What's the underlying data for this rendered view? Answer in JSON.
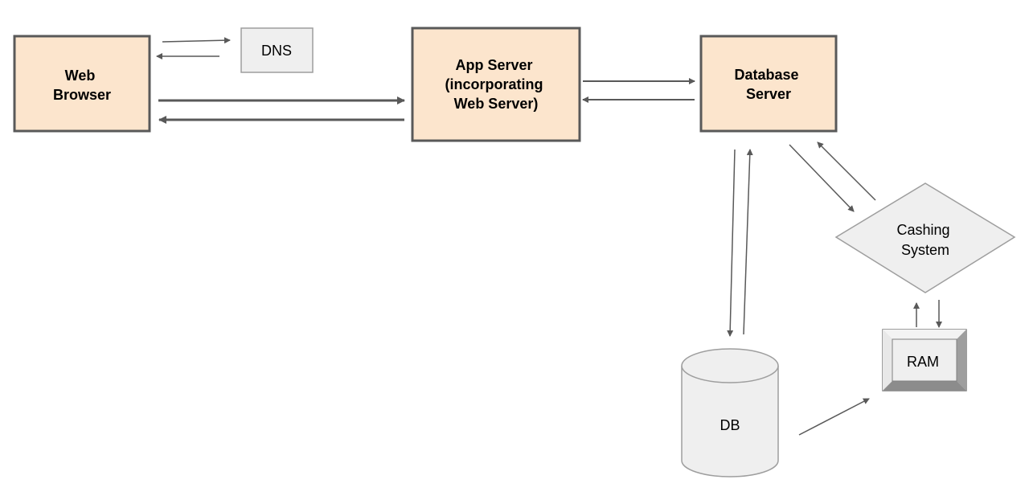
{
  "nodes": {
    "web_browser": {
      "lines": [
        "Web",
        "Browser"
      ]
    },
    "dns": {
      "label": "DNS"
    },
    "app_server": {
      "lines": [
        "App Server",
        "(incorporating",
        "Web Server)"
      ]
    },
    "database_server": {
      "lines": [
        "Database",
        "Server"
      ]
    },
    "caching_system": {
      "lines": [
        "Cashing",
        "System"
      ]
    },
    "ram": {
      "label": "RAM"
    },
    "db": {
      "label": "DB"
    }
  },
  "colors": {
    "server_fill": "#fce5cd",
    "server_stroke": "#595959",
    "gray_fill": "#efefef",
    "gray_stroke": "#9e9e9e",
    "arrow": "#595959"
  }
}
